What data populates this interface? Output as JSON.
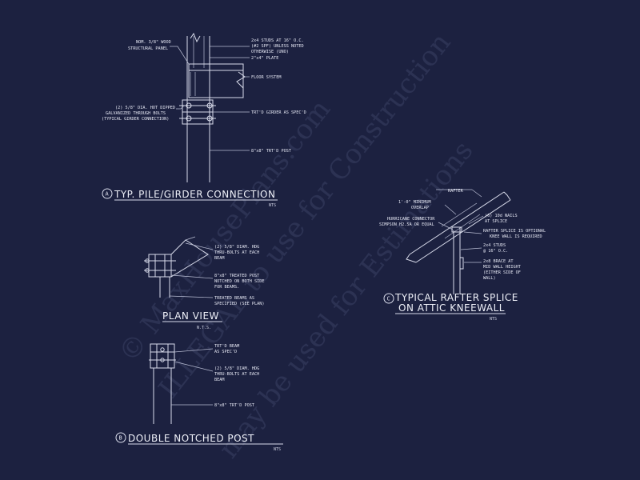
{
  "watermark": {
    "line1": "© MaxHousePlans.com",
    "line2": "ILLEGAL to use for Construction",
    "line3": "may be used for Estimations"
  },
  "detail_a": {
    "marker": "A",
    "title": "TYP. PILE/GIRDER CONNECTION",
    "scale": "NTS",
    "labels": {
      "panel_1": "NOM. 3/8\" WOOD",
      "panel_2": "STRUCTURAL PANEL",
      "studs_1": "2x4 STUDS AT 16\" O.C.",
      "studs_2": "(#2 SPF) UNLESS NOTED",
      "studs_3": "OTHERWISE (UNO)",
      "plate": "2\"x4\" PLATE",
      "floor": "FLOOR SYSTEM",
      "bolts_1": "(2) 5/8\" DIA. HOT DIPPED",
      "bolts_2": "GALVANIZED THROUGH BOLTS",
      "bolts_3": "(TYPICAL GIRDER CONNECTION)",
      "girder": "TRT'D GIRDER AS SPEC'D",
      "post": "8\"x8\" TRT'D POST"
    }
  },
  "plan_view": {
    "title": "PLAN VIEW",
    "scale": "N.T.S.",
    "labels": {
      "bolts_1": "(2) 5/8\" DIAM. HDG",
      "bolts_2": "THRU-BOLTS AT EACH",
      "bolts_3": "BEAM",
      "post_1": "8\"x8\" TREATED POST",
      "post_2": "NOTCHED ON BOTH SIDE",
      "post_3": "FOR BEAMS.",
      "beams_1": "TREATED BEAMS AS",
      "beams_2": "SPECIFIED (SEE PLAN)"
    }
  },
  "detail_b": {
    "marker": "B",
    "title": "DOUBLE NOTCHED POST",
    "scale": "NTS",
    "labels": {
      "beam_1": "TRT'D BEAM",
      "beam_2": "AS SPEC'D",
      "bolts_1": "(2) 5/8\" DIAM. HDG",
      "bolts_2": "THRU-BOLTS AT EACH",
      "bolts_3": "BEAM",
      "post": "8\"x8\" TRT'D POST"
    }
  },
  "detail_c": {
    "marker": "C",
    "title_1": "TYPICAL RAFTER SPLICE",
    "title_2": "ON ATTIC KNEEWALL",
    "scale": "NTS",
    "labels": {
      "rafter": "RAFTER",
      "overlap_1": "1'-0\" MINIMUM",
      "overlap_2": "OVERLAP",
      "hurricane_1": "HURRICANE CONNECTOR",
      "hurricane_2": "SIMPSON H2.5A OR EQUAL",
      "nails_1": "(6) 10d NAILS",
      "nails_2": "AT SPLICE",
      "optional_1": "RAFTER SPLICE IS OPTIONAL",
      "optional_2": "KNEE WALL IS REQUIRED",
      "studs_1": "2x4 STUDS",
      "studs_2": "@ 16\" O.C.",
      "brace_1": "2x8 BRACE AT",
      "brace_2": "MID WALL HEIGHT",
      "brace_3": "(EITHER SIDE OF",
      "brace_4": "WALL)"
    }
  }
}
